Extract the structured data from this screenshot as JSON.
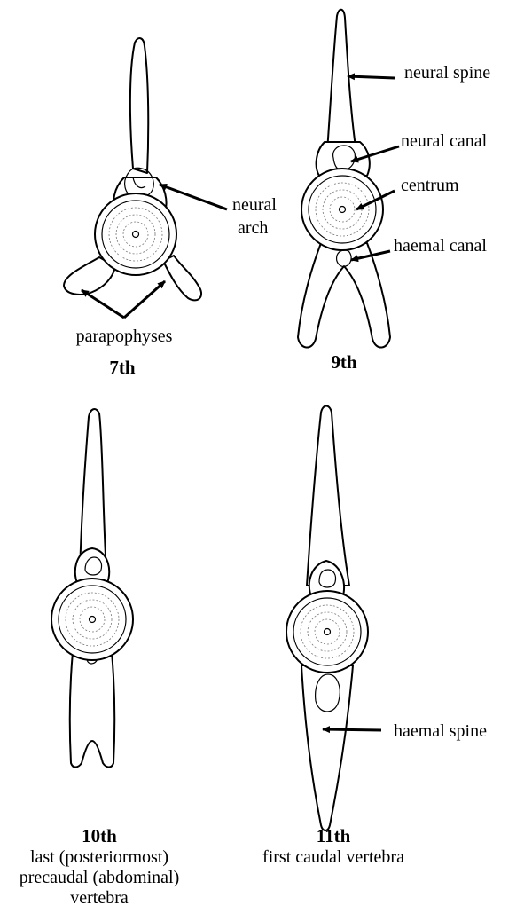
{
  "labels": {
    "neural_spine": "neural spine",
    "neural_canal": "neural canal",
    "centrum": "centrum",
    "neural_arch_line1": "neural",
    "neural_arch_line2": "arch",
    "haemal_canal": "haemal canal",
    "parapophyses": "parapophyses",
    "haemal_spine": "haemal spine"
  },
  "vertebrae": {
    "v7": {
      "number": "7th"
    },
    "v9": {
      "number": "9th"
    },
    "v10": {
      "number": "10th",
      "caption_line1": "last (posteriormost)",
      "caption_line2": "precaudal (abdominal)",
      "caption_line3": "vertebra"
    },
    "v11": {
      "number": "11th",
      "caption_line1": "first caudal vertebra"
    }
  }
}
